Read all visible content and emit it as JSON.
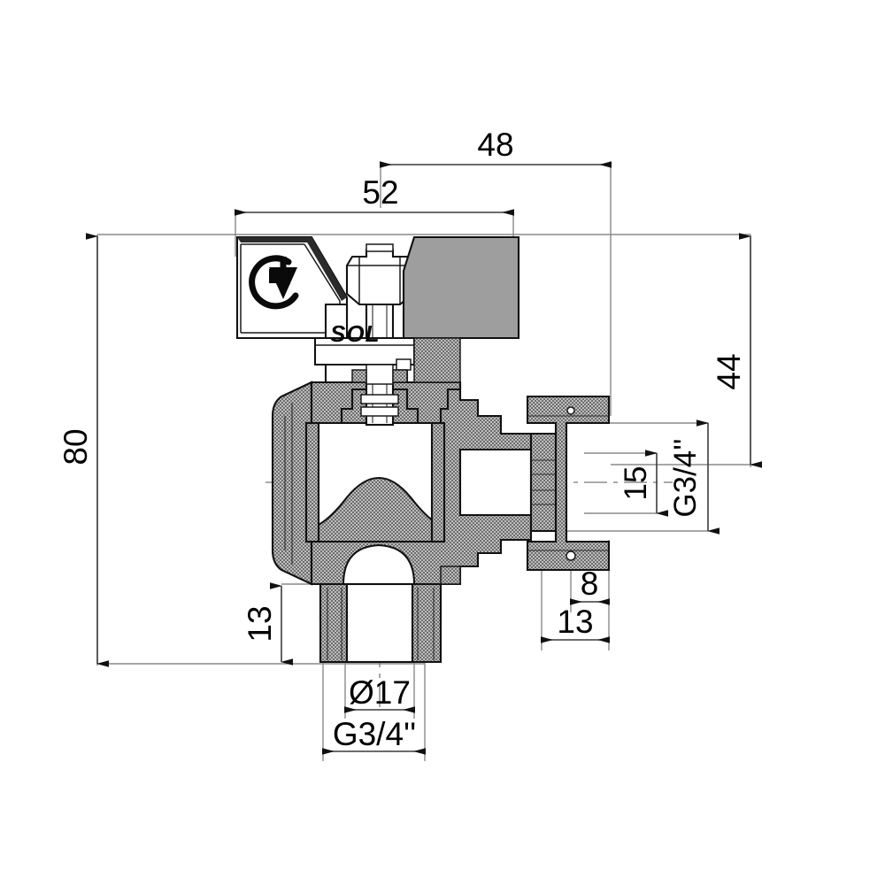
{
  "document": {
    "kind": "engineering-drawing",
    "subject": "angle ball valve cross-section",
    "background_color": "#ffffff",
    "line_color": "#111111",
    "dimension_color": "#3c3c3c",
    "hatch_color": "#9e9e9e"
  },
  "product": {
    "brand_mark": "SOL",
    "handle_icon": "circular-arrow-down-icon"
  },
  "dimensions": {
    "top_inner": {
      "label": "48",
      "value": 48,
      "unit": "mm",
      "orientation": "horizontal"
    },
    "top_outer": {
      "label": "52",
      "value": 52,
      "unit": "mm",
      "orientation": "horizontal"
    },
    "left_overall": {
      "label": "80",
      "value": 80,
      "unit": "mm",
      "orientation": "vertical"
    },
    "right_overall": {
      "label": "44",
      "value": 44,
      "unit": "mm",
      "orientation": "vertical"
    },
    "bore_vertical": {
      "label": "15",
      "value": 15,
      "unit": "mm",
      "orientation": "vertical"
    },
    "thread_side": {
      "label": "G3/4''",
      "value": "G3/4\"",
      "orientation": "vertical"
    },
    "nut_width": {
      "label": "8",
      "value": 8,
      "unit": "mm",
      "orientation": "horizontal"
    },
    "outlet_length": {
      "label": "13",
      "value": 13,
      "unit": "mm",
      "orientation": "horizontal"
    },
    "inlet_height": {
      "label": "13",
      "value": 13,
      "unit": "mm",
      "orientation": "vertical"
    },
    "bore_diameter": {
      "label": "Ø17",
      "value": 17,
      "unit": "mm",
      "orientation": "horizontal"
    },
    "thread_bottom": {
      "label": "G3/4''",
      "value": "G3/4\"",
      "orientation": "horizontal"
    }
  }
}
